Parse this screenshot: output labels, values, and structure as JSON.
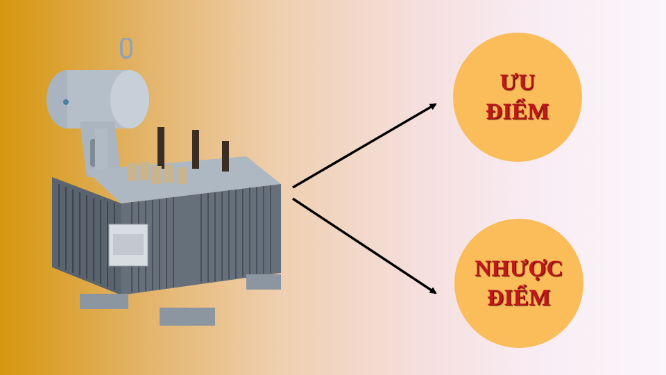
{
  "pros_bubble": {
    "line1": "ƯU",
    "line2": "ĐIỂM"
  },
  "cons_bubble": {
    "line1": "NHƯỢC",
    "line2": "ĐIỂM"
  },
  "colors": {
    "bubble_fill": "#fbbc5a",
    "bubble_text": "#c0181b",
    "background_left": "#d6960e",
    "background_right": "#fbf6fb",
    "arrow": "#000000"
  },
  "image": {
    "subject": "oil-immersed transformer"
  }
}
